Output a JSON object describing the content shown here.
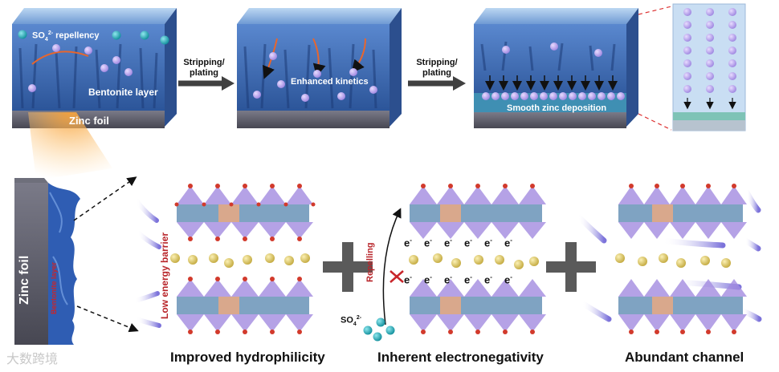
{
  "top_row": {
    "panel1": {
      "ion_label": "SO",
      "ion_sub": "4",
      "ion_sup": "2-",
      "ion_suffix": " repellency",
      "layer_label": "Bentonite layer",
      "base_label": "Zinc foil"
    },
    "arrow1": {
      "line1": "Stripping/",
      "line2": "plating"
    },
    "panel2": {
      "label": "Enhanced kinetics"
    },
    "arrow2": {
      "line1": "Stripping/",
      "line2": "plating"
    },
    "panel3": {
      "label": "Smooth zinc deposition"
    }
  },
  "bottom_row": {
    "foil": {
      "label": "Zinc foil",
      "coating_label": "Bentonite layer"
    },
    "panel1": {
      "side_label": "Low energy barrier",
      "caption": "Improved hydrophilicity"
    },
    "panel2": {
      "repel_label": "Repelling",
      "electron_symbol": "e",
      "electron_sup": "-",
      "ion_label": "SO",
      "ion_sub": "4",
      "ion_sup": "2-",
      "caption": "Inherent electronegativity"
    },
    "panel3": {
      "caption": "Abundant channel"
    }
  },
  "watermark": "大数跨境",
  "colors": {
    "layer_blue": "#3e6cb8",
    "foil_grey": "#5c5c6a",
    "ion_teal": "#1aa6b0",
    "zinc_ion": "#b9a6ee",
    "tetra_purple": "#a38be0",
    "octa_blue": "#7fa3c2",
    "gold_atom": "#d9c45a",
    "red_label": "#b8252a"
  }
}
